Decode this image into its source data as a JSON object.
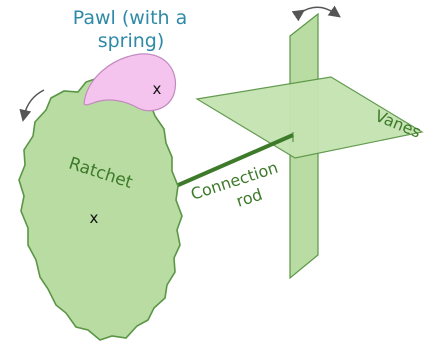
{
  "labels": {
    "pawl_line1": "Pawl (with a",
    "pawl_line2": "spring)",
    "vanes": "Vanes",
    "ratchet": "Ratchet",
    "connection_line1": "Connection",
    "connection_line2": "rod",
    "pivot_mark": "x"
  },
  "colors": {
    "fill_green": "#b8dca2",
    "outline_green": "#5a9646",
    "text_green": "#3d7a2a",
    "pawl_pink": "#f4c4ee",
    "pawl_outline": "#c28ac0",
    "title_blue": "#2f8aa8"
  }
}
